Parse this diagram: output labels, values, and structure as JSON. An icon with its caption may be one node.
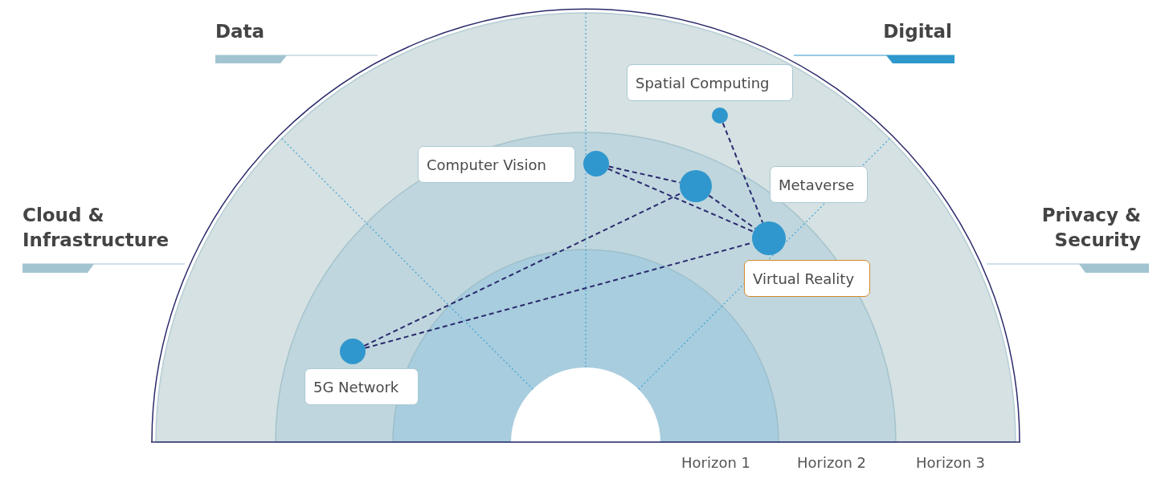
{
  "diagram": {
    "nodes": [
      {
        "text": [
          "Spatial Computing"
        ]
      },
      {
        "text": [],
        "shape": "circle"
      },
      {
        "text": [
          "Computer Vision"
        ]
      },
      {
        "text": [],
        "shape": "circle"
      },
      {
        "text": [
          "Metaverse"
        ]
      },
      {
        "text": [],
        "shape": "circle"
      },
      {
        "text": [],
        "shape": "circle"
      },
      {
        "text": [
          "Virtual Reality"
        ]
      },
      {
        "text": [],
        "shape": "circle"
      },
      {
        "text": [
          "5G Network"
        ]
      }
    ],
    "edges": [
      {
        "from": 1,
        "to": 6,
        "arrow": "none",
        "style": "dashed"
      },
      {
        "from": 3,
        "to": 5,
        "arrow": "none",
        "style": "dashed"
      },
      {
        "from": 3,
        "to": 6,
        "arrow": "none",
        "style": "dashed"
      },
      {
        "from": 5,
        "to": 6,
        "arrow": "none",
        "style": "dashed"
      },
      {
        "from": 8,
        "to": 5,
        "arrow": "none",
        "style": "dashed"
      },
      {
        "from": 8,
        "to": 6,
        "arrow": "none",
        "style": "dashed"
      }
    ],
    "labels": [
      "Data",
      "Digital",
      "Cloud & Infrastructure",
      "Privacy & Security",
      "Horizon 1",
      "Horizon 2",
      "Horizon 3"
    ]
  }
}
